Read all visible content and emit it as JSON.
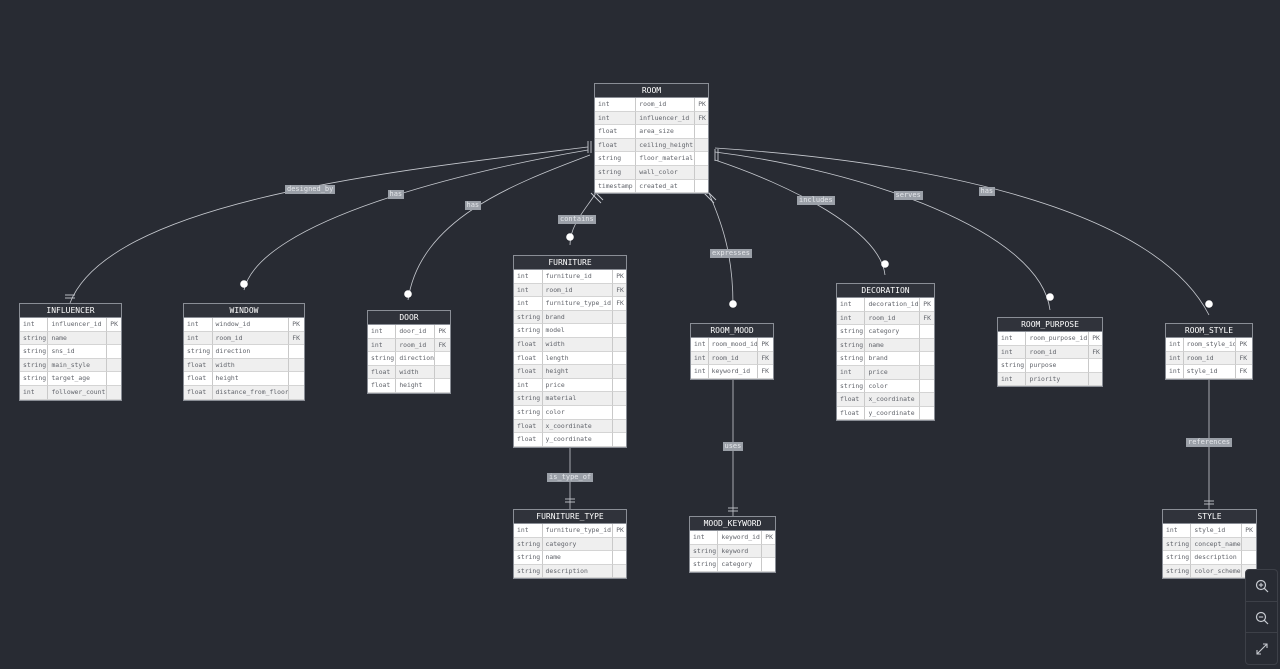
{
  "diagram": {
    "entities": [
      {
        "id": "room",
        "name": "ROOM",
        "attrs": [
          [
            "int",
            "room_id",
            "PK"
          ],
          [
            "int",
            "influencer_id",
            "FK"
          ],
          [
            "float",
            "area_size",
            ""
          ],
          [
            "float",
            "ceiling_height",
            ""
          ],
          [
            "string",
            "floor_material",
            ""
          ],
          [
            "string",
            "wall_color",
            ""
          ],
          [
            "timestamp",
            "created_at",
            ""
          ]
        ]
      },
      {
        "id": "influencer",
        "name": "INFLUENCER",
        "attrs": [
          [
            "int",
            "influencer_id",
            "PK"
          ],
          [
            "string",
            "name",
            ""
          ],
          [
            "string",
            "sns_id",
            ""
          ],
          [
            "string",
            "main_style",
            ""
          ],
          [
            "string",
            "target_age",
            ""
          ],
          [
            "int",
            "follower_count",
            ""
          ]
        ]
      },
      {
        "id": "window",
        "name": "WINDOW",
        "attrs": [
          [
            "int",
            "window_id",
            "PK"
          ],
          [
            "int",
            "room_id",
            "FK"
          ],
          [
            "string",
            "direction",
            ""
          ],
          [
            "float",
            "width",
            ""
          ],
          [
            "float",
            "height",
            ""
          ],
          [
            "float",
            "distance_from_floor",
            ""
          ]
        ]
      },
      {
        "id": "door",
        "name": "DOOR",
        "attrs": [
          [
            "int",
            "door_id",
            "PK"
          ],
          [
            "int",
            "room_id",
            "FK"
          ],
          [
            "string",
            "direction",
            ""
          ],
          [
            "float",
            "width",
            ""
          ],
          [
            "float",
            "height",
            ""
          ]
        ]
      },
      {
        "id": "furniture",
        "name": "FURNITURE",
        "attrs": [
          [
            "int",
            "furniture_id",
            "PK"
          ],
          [
            "int",
            "room_id",
            "FK"
          ],
          [
            "int",
            "furniture_type_id",
            "FK"
          ],
          [
            "string",
            "brand",
            ""
          ],
          [
            "string",
            "model",
            ""
          ],
          [
            "float",
            "width",
            ""
          ],
          [
            "float",
            "length",
            ""
          ],
          [
            "float",
            "height",
            ""
          ],
          [
            "int",
            "price",
            ""
          ],
          [
            "string",
            "material",
            ""
          ],
          [
            "string",
            "color",
            ""
          ],
          [
            "float",
            "x_coordinate",
            ""
          ],
          [
            "float",
            "y_coordinate",
            ""
          ]
        ]
      },
      {
        "id": "room_mood",
        "name": "ROOM_MOOD",
        "attrs": [
          [
            "int",
            "room_mood_id",
            "PK"
          ],
          [
            "int",
            "room_id",
            "FK"
          ],
          [
            "int",
            "keyword_id",
            "FK"
          ]
        ]
      },
      {
        "id": "decoration",
        "name": "DECORATION",
        "attrs": [
          [
            "int",
            "decoration_id",
            "PK"
          ],
          [
            "int",
            "room_id",
            "FK"
          ],
          [
            "string",
            "category",
            ""
          ],
          [
            "string",
            "name",
            ""
          ],
          [
            "string",
            "brand",
            ""
          ],
          [
            "int",
            "price",
            ""
          ],
          [
            "string",
            "color",
            ""
          ],
          [
            "float",
            "x_coordinate",
            ""
          ],
          [
            "float",
            "y_coordinate",
            ""
          ]
        ]
      },
      {
        "id": "room_purpose",
        "name": "ROOM_PURPOSE",
        "attrs": [
          [
            "int",
            "room_purpose_id",
            "PK"
          ],
          [
            "int",
            "room_id",
            "FK"
          ],
          [
            "string",
            "purpose",
            ""
          ],
          [
            "int",
            "priority",
            ""
          ]
        ]
      },
      {
        "id": "room_style",
        "name": "ROOM_STYLE",
        "attrs": [
          [
            "int",
            "room_style_id",
            "PK"
          ],
          [
            "int",
            "room_id",
            "FK"
          ],
          [
            "int",
            "style_id",
            "FK"
          ]
        ]
      },
      {
        "id": "furniture_type",
        "name": "FURNITURE_TYPE",
        "attrs": [
          [
            "int",
            "furniture_type_id",
            "PK"
          ],
          [
            "string",
            "category",
            ""
          ],
          [
            "string",
            "name",
            ""
          ],
          [
            "string",
            "description",
            ""
          ]
        ]
      },
      {
        "id": "mood_keyword",
        "name": "MOOD_KEYWORD",
        "attrs": [
          [
            "int",
            "keyword_id",
            "PK"
          ],
          [
            "string",
            "keyword",
            ""
          ],
          [
            "string",
            "category",
            ""
          ]
        ]
      },
      {
        "id": "style",
        "name": "STYLE",
        "attrs": [
          [
            "int",
            "style_id",
            "PK"
          ],
          [
            "string",
            "concept_name",
            ""
          ],
          [
            "string",
            "description",
            ""
          ],
          [
            "string",
            "color_scheme",
            ""
          ]
        ]
      }
    ],
    "relationships": [
      {
        "id": "r1",
        "from": "room",
        "to": "influencer",
        "label": "designed_by"
      },
      {
        "id": "r2",
        "from": "room",
        "to": "window",
        "label": "has"
      },
      {
        "id": "r3",
        "from": "room",
        "to": "door",
        "label": "has"
      },
      {
        "id": "r4",
        "from": "room",
        "to": "furniture",
        "label": "contains"
      },
      {
        "id": "r5",
        "from": "room",
        "to": "room_mood",
        "label": "expresses"
      },
      {
        "id": "r6",
        "from": "room",
        "to": "decoration",
        "label": "includes"
      },
      {
        "id": "r7",
        "from": "room",
        "to": "room_purpose",
        "label": "serves"
      },
      {
        "id": "r8",
        "from": "room",
        "to": "room_style",
        "label": "has"
      },
      {
        "id": "r9",
        "from": "furniture",
        "to": "furniture_type",
        "label": "is_type_of"
      },
      {
        "id": "r10",
        "from": "room_mood",
        "to": "mood_keyword",
        "label": "uses"
      },
      {
        "id": "r11",
        "from": "room_style",
        "to": "style",
        "label": "references"
      }
    ]
  },
  "controls": {
    "zoom_in_icon": "zoom-in-icon",
    "zoom_out_icon": "zoom-out-icon",
    "fit_icon": "fit-screen-icon"
  },
  "colors": {
    "background": "#282b33",
    "line": "#c7cad0",
    "header": "#30333b",
    "label_bg": "#9ba0a8"
  }
}
